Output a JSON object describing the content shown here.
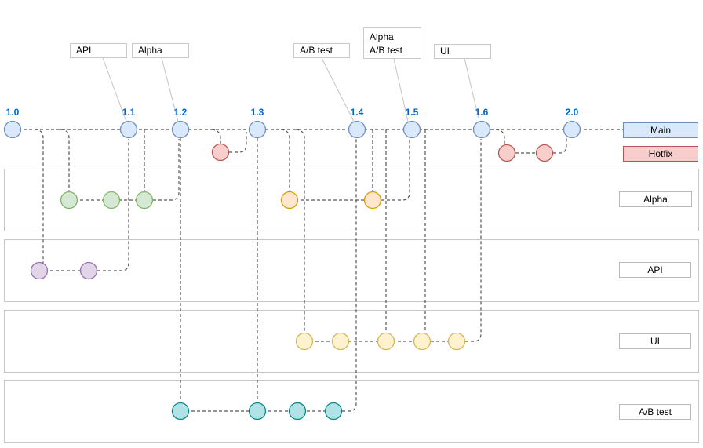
{
  "versions": [
    "1.0",
    "1.1",
    "1.2",
    "1.3",
    "1.4",
    "1.5",
    "1.6",
    "2.0"
  ],
  "callouts": [
    {
      "label": "API",
      "points_to": "1.1"
    },
    {
      "label": "Alpha",
      "points_to": "1.2"
    },
    {
      "label": "A/B test",
      "points_to": "1.4"
    },
    {
      "label": "Alpha",
      "label2": "A/B test",
      "points_to": "1.5"
    },
    {
      "label": "UI",
      "points_to": "1.6"
    }
  ],
  "legend": {
    "main": "Main",
    "hotfix": "Hotfix",
    "alpha": "Alpha",
    "api": "API",
    "ui": "UI",
    "abtest": "A/B test"
  },
  "colors": {
    "main_fill": "#dae8fc",
    "main_stroke": "#6c8ebf",
    "hotfix_fill": "#f8cecc",
    "hotfix_stroke": "#b85450",
    "alpha_fill": "#d5e8d4",
    "alpha_stroke": "#82b366",
    "alpha2_fill": "#ffe6cc",
    "alpha2_stroke": "#d79b00",
    "api_fill": "#e1d5e7",
    "api_stroke": "#9673a6",
    "ui_fill": "#fff2cc",
    "ui_stroke": "#d6b656",
    "abtest_fill": "#b0e3e6",
    "abtest_stroke": "#0e8088",
    "version_text": "#0066cc",
    "connector": "#565656"
  },
  "branches": [
    {
      "name": "Main",
      "commits": [
        "1.0",
        "1.1",
        "1.2",
        "1.3",
        "1.4",
        "1.5",
        "1.6",
        "2.0"
      ]
    },
    {
      "name": "Hotfix",
      "segments": [
        {
          "branched_after": "1.2",
          "commit_count": 1,
          "merged_into": "1.3"
        },
        {
          "branched_after": "1.6",
          "commit_count": 2,
          "merged_into": "2.0"
        }
      ]
    },
    {
      "name": "Alpha",
      "lane": 1,
      "segments": [
        {
          "branched_after": "1.0",
          "commit_count": 3,
          "merged_into": "1.2",
          "color": "green"
        },
        {
          "branched_after": "1.3",
          "commit_count": 2,
          "merged_into": "1.5",
          "color": "orange"
        }
      ]
    },
    {
      "name": "API",
      "lane": 2,
      "segments": [
        {
          "branched_after": "1.0",
          "commit_count": 2,
          "merged_into": "1.1",
          "color": "purple"
        }
      ]
    },
    {
      "name": "UI",
      "lane": 3,
      "segments": [
        {
          "branched_after": "1.3",
          "commit_count": 5,
          "merged_into": "1.6",
          "color": "yellow"
        }
      ]
    },
    {
      "name": "A/B test",
      "lane": 4,
      "segments": [
        {
          "branched_from": "1.2",
          "commit_count": 4,
          "merged_into": "1.4",
          "color": "teal"
        }
      ]
    }
  ]
}
